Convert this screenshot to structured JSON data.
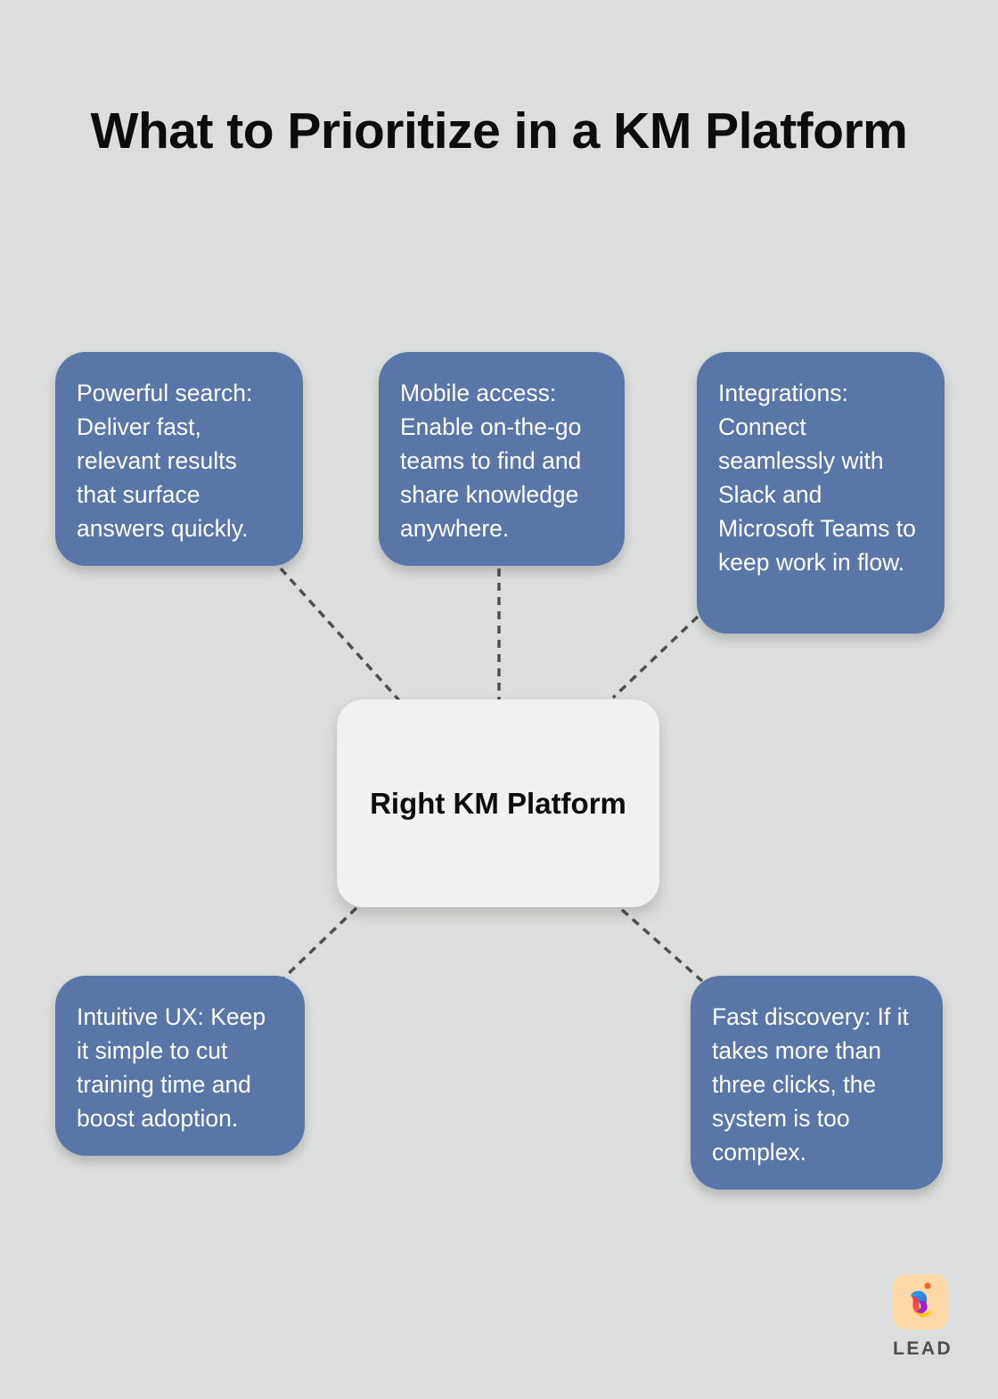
{
  "title": "What to Prioritize in a KM Platform",
  "center_node": {
    "label": "Right KM Platform"
  },
  "nodes": [
    {
      "id": "powerful-search",
      "text": "Powerful search: Deliver fast, relevant results that surface answers quickly."
    },
    {
      "id": "mobile-access",
      "text": "Mobile access: Enable on-the-go teams to find and share knowledge anywhere."
    },
    {
      "id": "integrations",
      "text": "Integrations: Connect seamlessly with Slack and Microsoft Teams to keep work in flow."
    },
    {
      "id": "intuitive-ux",
      "text": "Intuitive UX: Keep it simple to cut training time and boost adoption."
    },
    {
      "id": "fast-discovery",
      "text": "Fast discovery: If it takes more than three clicks, the system is too complex."
    }
  ],
  "logo": {
    "wordmark": "LEAD"
  },
  "colors": {
    "background": "#dcdedd",
    "node_fill": "#5a76a8",
    "node_text": "#ffffff",
    "center_fill": "#eff1f2",
    "title_text": "#0c0c0c",
    "connector": "#4f4f4f",
    "logo_badge": "#fdd8a6",
    "logo_wordmark_text": "#4d4d4d"
  }
}
